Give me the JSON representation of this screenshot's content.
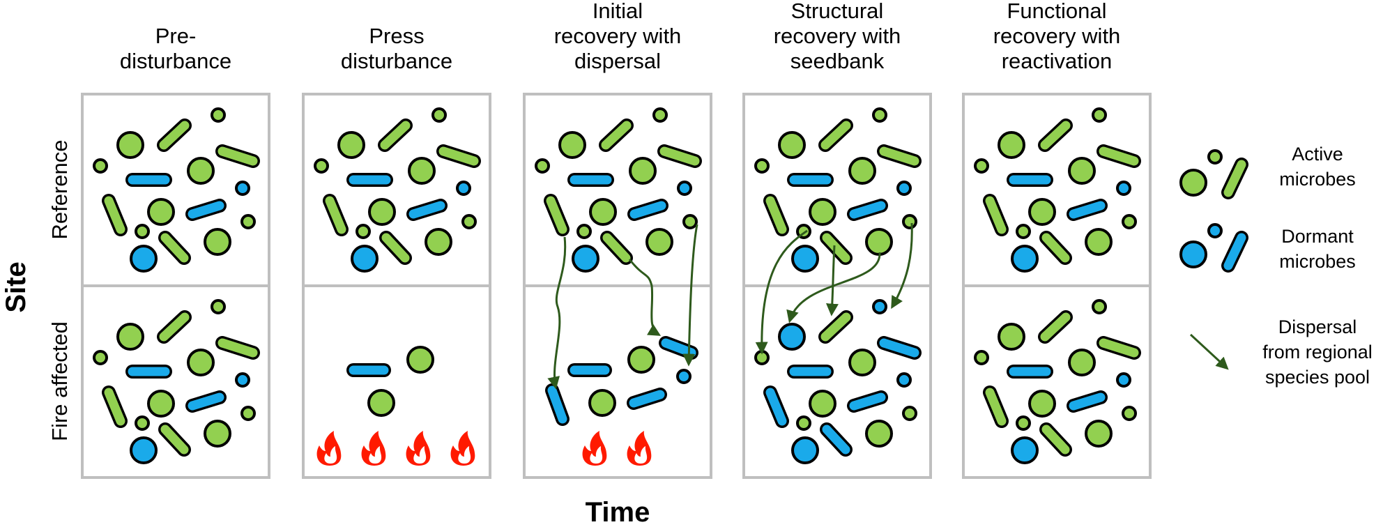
{
  "columns": [
    {
      "lines": [
        "Pre-",
        "disturbance"
      ]
    },
    {
      "lines": [
        "Press",
        "disturbance"
      ]
    },
    {
      "lines": [
        "Initial",
        "recovery with",
        "dispersal"
      ]
    },
    {
      "lines": [
        "Structural",
        "recovery with",
        "seedbank"
      ]
    },
    {
      "lines": [
        "Functional",
        "recovery with",
        "reactivation"
      ]
    }
  ],
  "rows": [
    "Reference",
    "Fire affected"
  ],
  "y_axis": "Site",
  "x_axis": "Time",
  "legend": [
    {
      "key": "active",
      "icon": "active-microbes-icon",
      "lines": [
        "Active",
        "microbes"
      ]
    },
    {
      "key": "dormant",
      "icon": "dormant-microbes-icon",
      "lines": [
        "Dormant",
        "microbes"
      ]
    },
    {
      "key": "dispersal",
      "icon": "dispersal-arrow-icon",
      "lines": [
        "Dispersal",
        "from regional",
        "species pool"
      ]
    }
  ],
  "colors": {
    "active": "#92d050",
    "dormant": "#1aaaea",
    "arrow": "#2e5a1c",
    "panel_border": "#bfbfbf",
    "flame_outer": "#ff1a00",
    "flame_inner": "#ffffff"
  },
  "panels": [
    {
      "column": 0,
      "row": 0,
      "state": "all-active-community",
      "fire_icons": 0
    },
    {
      "column": 0,
      "row": 1,
      "state": "all-active-community",
      "fire_icons": 0
    },
    {
      "column": 1,
      "row": 0,
      "state": "all-active-community",
      "fire_icons": 0
    },
    {
      "column": 1,
      "row": 1,
      "state": "three-survivors",
      "fire_icons": 4
    },
    {
      "column": 2,
      "row": 0,
      "state": "all-active-community",
      "fire_icons": 0
    },
    {
      "column": 2,
      "row": 1,
      "state": "dispersal-arrivals",
      "fire_icons": 2
    },
    {
      "column": 3,
      "row": 0,
      "state": "all-active-community",
      "fire_icons": 0
    },
    {
      "column": 3,
      "row": 1,
      "state": "mostly-dormant-community",
      "fire_icons": 0
    },
    {
      "column": 4,
      "row": 0,
      "state": "all-active-community",
      "fire_icons": 0
    },
    {
      "column": 4,
      "row": 1,
      "state": "all-active-community",
      "fire_icons": 0
    }
  ]
}
